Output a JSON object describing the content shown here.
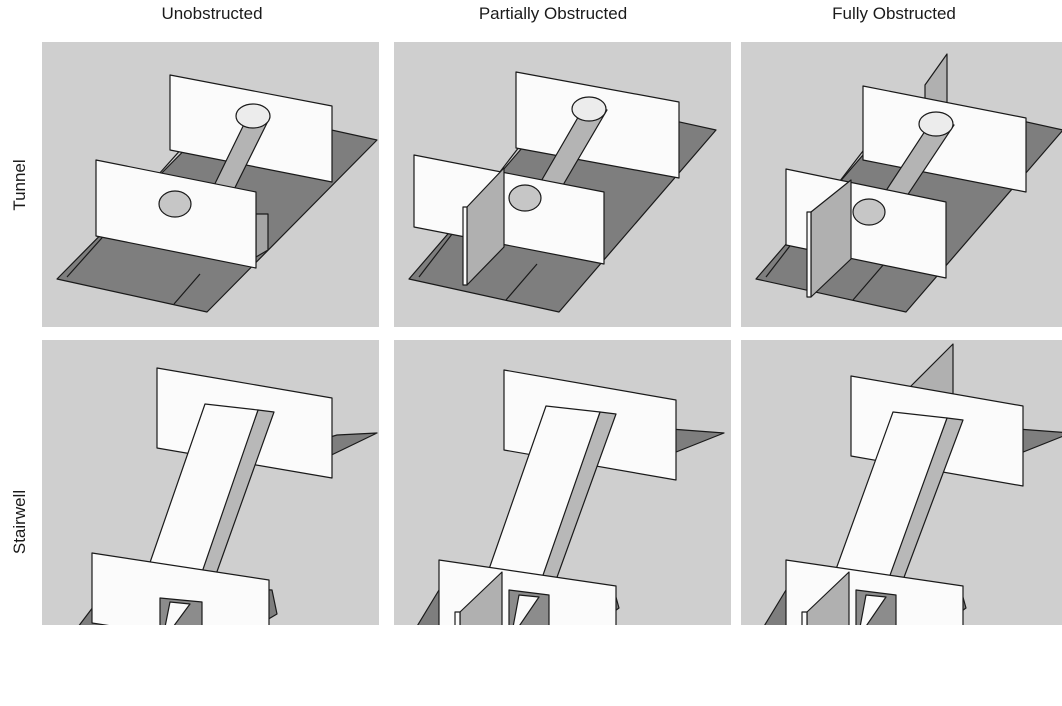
{
  "columns": [
    {
      "label": "Unobstructed"
    },
    {
      "label": "Partially Obstructed"
    },
    {
      "label": "Fully Obstructed"
    }
  ],
  "rows": [
    {
      "label": "Tunnel"
    },
    {
      "label": "Stairwell"
    }
  ],
  "colors": {
    "background": "#cfcfcf",
    "floor": "#7e7e7e",
    "wall": "#fbfbfb",
    "shaded_wall": "#b8b8b8",
    "edge": "#1a1a1a"
  }
}
